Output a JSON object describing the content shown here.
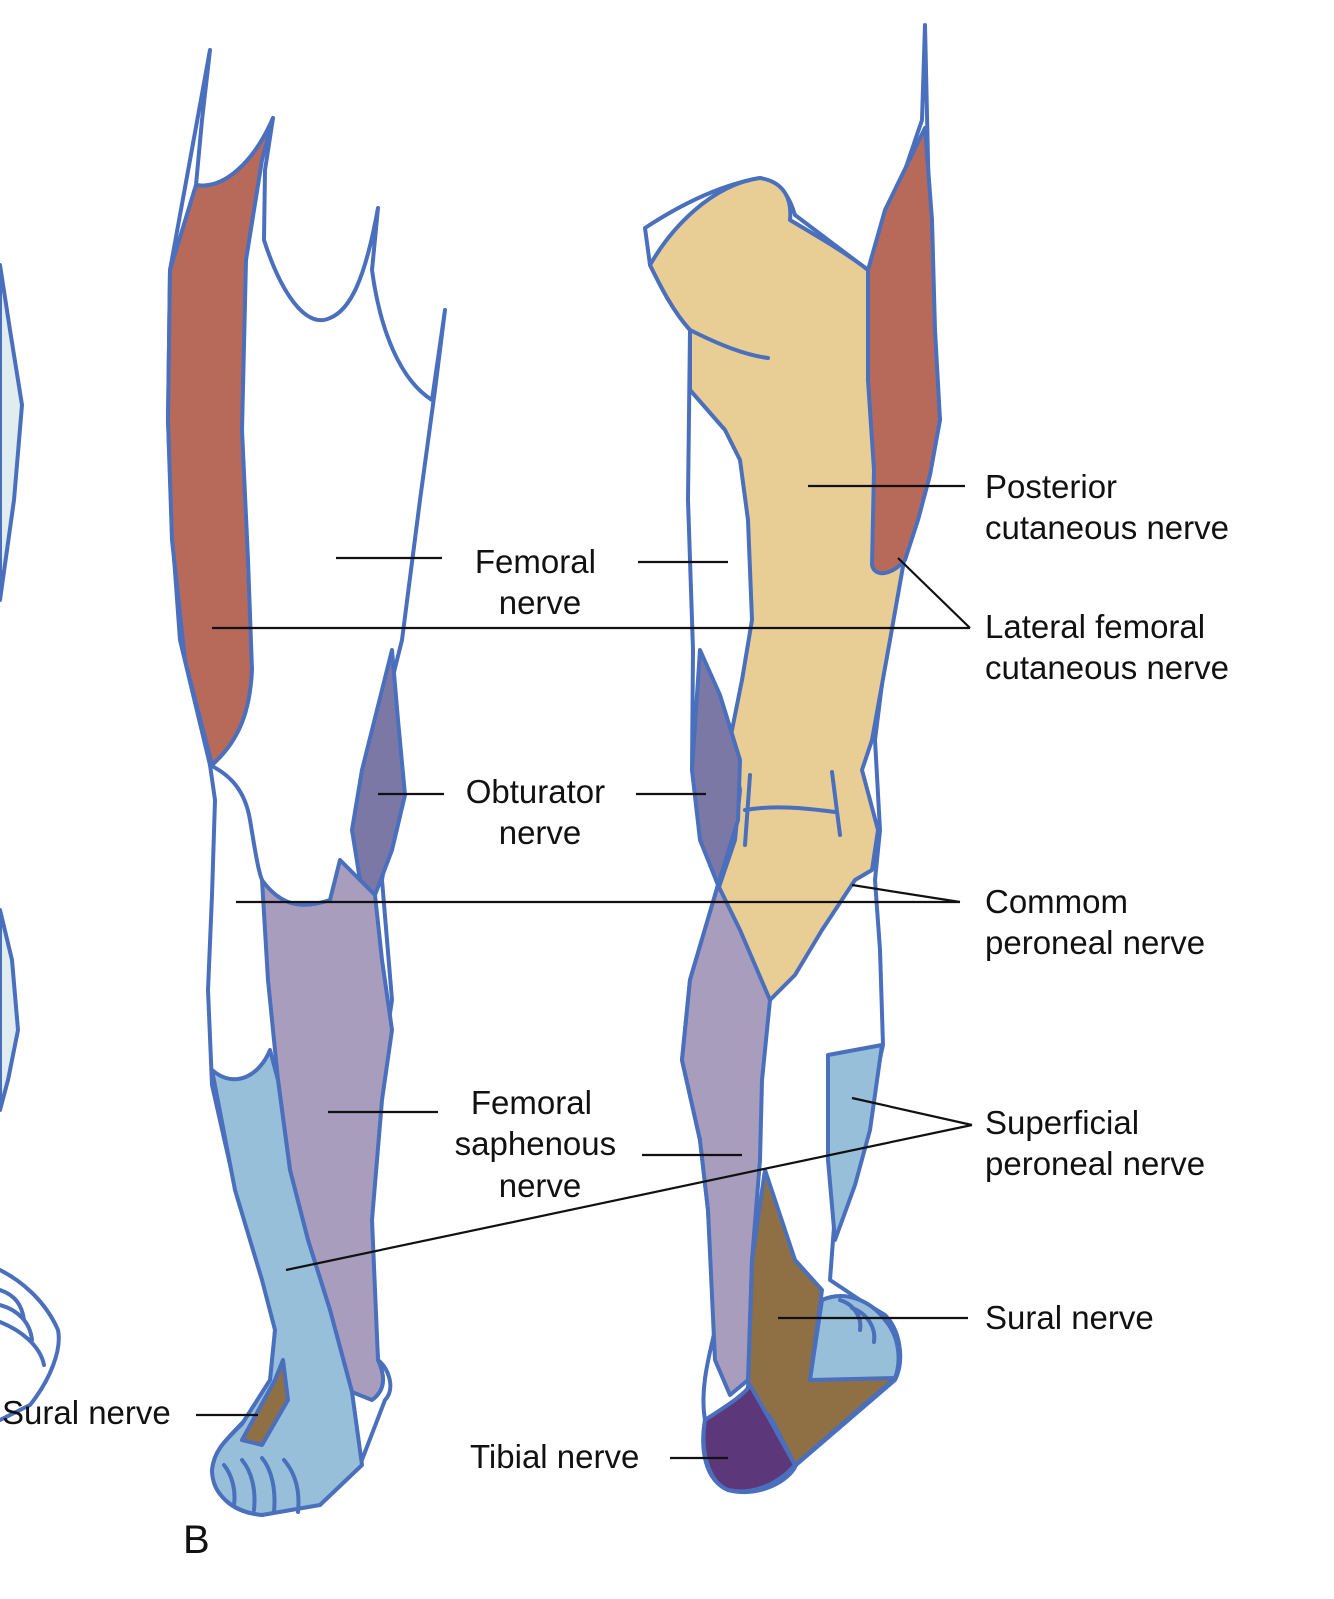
{
  "panel_letter": "B",
  "labels": {
    "femoral_nerve": [
      "Femoral",
      "nerve"
    ],
    "obturator_nerve": [
      "Obturator",
      "nerve"
    ],
    "femoral_saphenous_nerve": [
      "Femoral",
      "saphenous",
      "nerve"
    ],
    "sural_nerve_left": "Sural nerve",
    "tibial_nerve": "Tibial nerve",
    "posterior_cutaneous_nerve": [
      "Posterior",
      "cutaneous nerve"
    ],
    "lateral_femoral_cutaneous_nerve": [
      "Lateral femoral",
      "cutaneous nerve"
    ],
    "common_peroneal_nerve": [
      "Commom",
      "peroneal nerve"
    ],
    "superficial_peroneal_nerve": [
      "Superficial",
      "peroneal nerve"
    ],
    "sural_nerve_right": "Sural nerve"
  },
  "colors": {
    "outline": "#4a6fbd",
    "lateral_femoral_cutaneous": "#b86a5a",
    "posterior_cutaneous": "#e8cd95",
    "obturator": "#7c78a6",
    "femoral_saphenous": "#a99dbd",
    "superficial_peroneal": "#97bfda",
    "sural": "#8f6f44",
    "tibial": "#5c3779",
    "skin_left_edge": "#dfedf0"
  }
}
